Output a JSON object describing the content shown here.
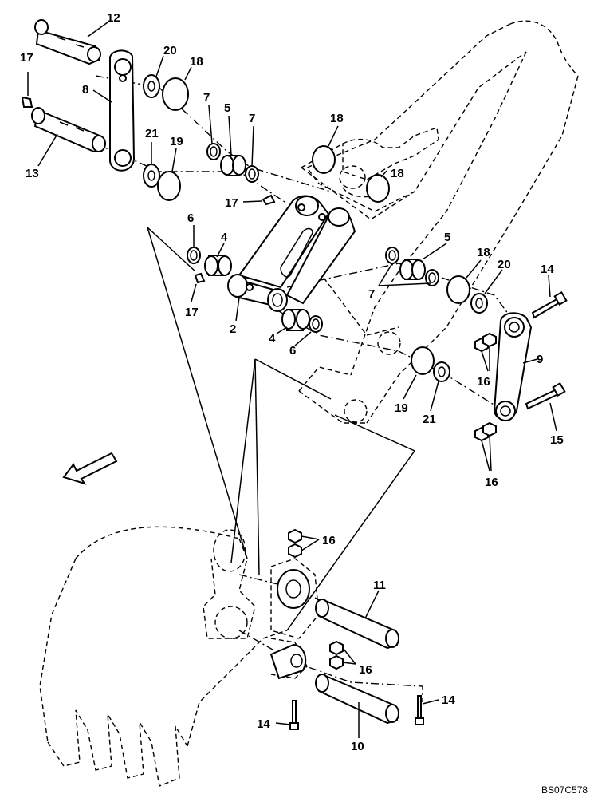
{
  "drawing_code": "BS07C578",
  "callouts": {
    "p2": "2",
    "p4a": "4",
    "p4b": "4",
    "p5a": "5",
    "p5b": "5",
    "p6a": "6",
    "p6b": "6",
    "p7a": "7",
    "p7b": "7",
    "p7c": "7",
    "p8": "8",
    "p9": "9",
    "p10": "10",
    "p11": "11",
    "p12": "12",
    "p13": "13",
    "p14a": "14",
    "p14b": "14",
    "p14c": "14",
    "p15": "15",
    "p16a": "16",
    "p16b": "16",
    "p16c": "16",
    "p16d": "16",
    "p17a": "17",
    "p17b": "17",
    "p17c": "17",
    "p18a": "18",
    "p18b": "18",
    "p18c": "18",
    "p18d": "18",
    "p19a": "19",
    "p19b": "19",
    "p20a": "20",
    "p20b": "20",
    "p21a": "21",
    "p21b": "21"
  }
}
